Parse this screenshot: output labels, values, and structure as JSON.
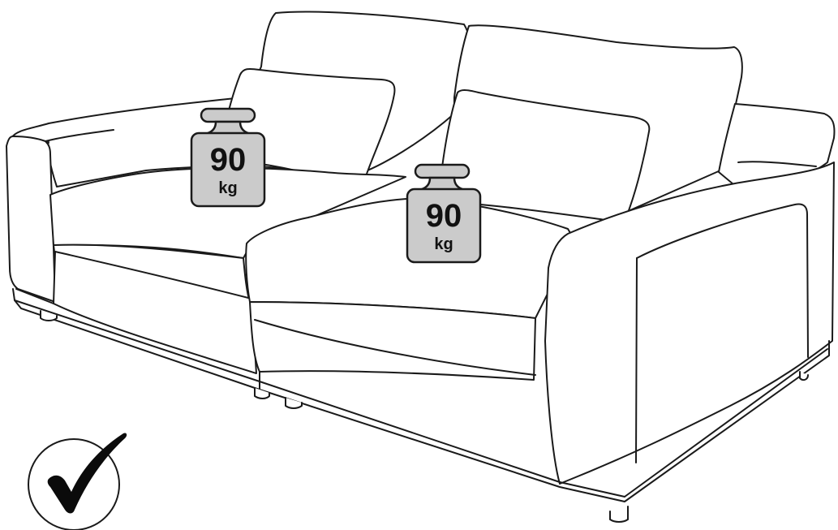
{
  "weights": [
    {
      "value": "90",
      "unit": "kg"
    },
    {
      "value": "90",
      "unit": "kg"
    }
  ],
  "check_mark": {
    "icon": "checkmark-icon",
    "meaning": "approved"
  },
  "colors": {
    "line": "#1a1a1a",
    "weight_fill": "#cbcbcb",
    "background": "#ffffff"
  }
}
